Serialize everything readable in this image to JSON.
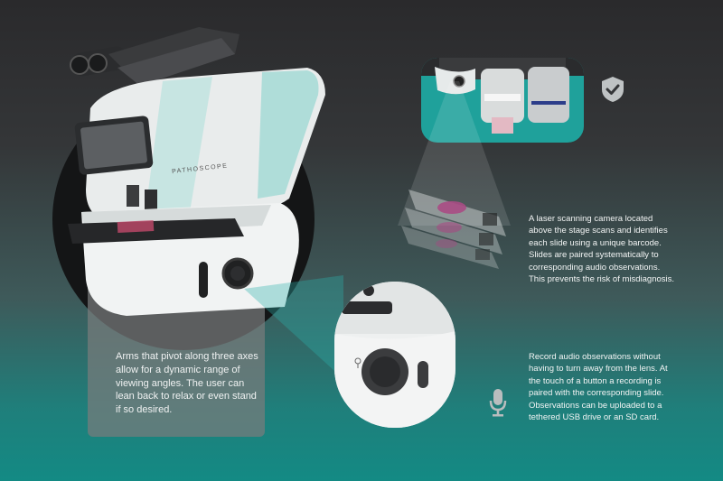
{
  "product": {
    "brand_label": "PATHOSCOPE",
    "accent": "#a8dcd7",
    "teal": "#1fa19b"
  },
  "callouts": {
    "arms": "Arms that pivot along three axes allow for a dynamic range of viewing angles. The user can lean back to relax or even stand if so desired.",
    "scanner": "A laser scanning camera located above the stage scans and identifies each slide using a unique barcode. Slides are paired systematically to corresponding audio observations. This prevents the risk of misdiagnosis.",
    "audio": "Record audio observations without having to turn away from the lens. At the touch of a button a recording is paired with the corresponding slide. Observations can be uploaded to a tethered USB drive or an SD card."
  },
  "icons": {
    "verified": "shield-check-icon",
    "audio": "microphone-icon"
  }
}
